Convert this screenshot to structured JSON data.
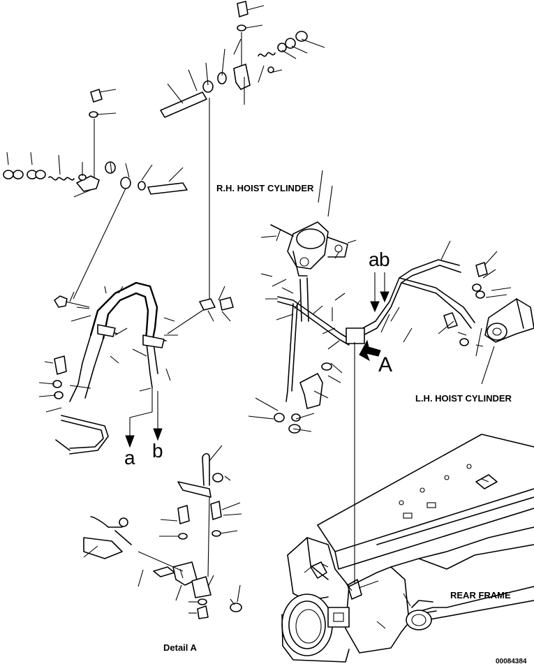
{
  "labels": {
    "rh_hoist_cylinder": "R.H. HOIST CYLINDER",
    "lh_hoist_cylinder": "L.H. HOIST CYLINDER",
    "rear_frame": "REAR FRAME",
    "detail_a": "Detail A",
    "figure_number": "00084384",
    "arrow_a_upper": "a",
    "arrow_b_upper": "b",
    "arrow_a_lower": "a",
    "arrow_b_lower": "b",
    "view_marker": "A"
  },
  "colors": {
    "ink": "#000000",
    "paper": "#ffffff"
  }
}
